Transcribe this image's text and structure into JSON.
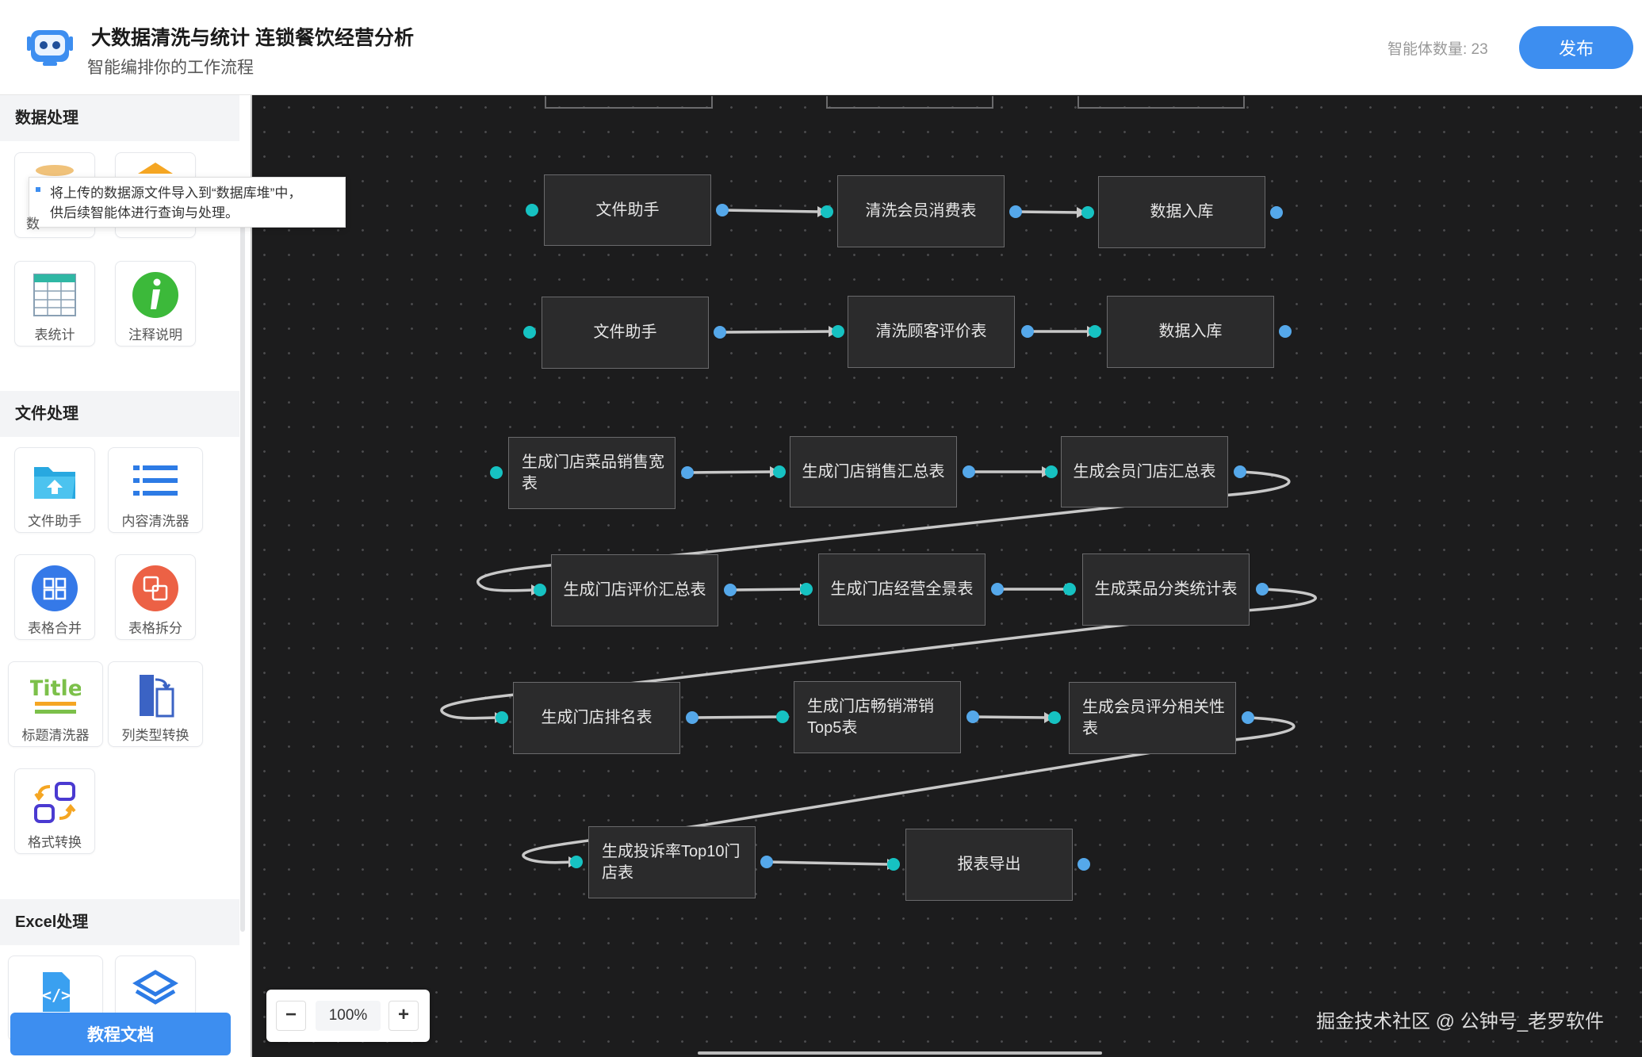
{
  "header": {
    "title": "大数据清洗与统计  连锁餐饮经营分析",
    "subtitle": "智能编排你的工作流程",
    "agent_count": "智能体数量: 23",
    "publish_label": "发布"
  },
  "sidebar": {
    "sections": [
      {
        "title": "数据处理"
      },
      {
        "title": "文件处理"
      },
      {
        "title": "Excel处理"
      }
    ],
    "tools": [
      {
        "label": "表统计",
        "icon": "table-grid-icon"
      },
      {
        "label": "注释说明",
        "icon": "info-icon"
      },
      {
        "label": "文件助手",
        "icon": "folder-upload-icon"
      },
      {
        "label": "内容清洗器",
        "icon": "list-icon"
      },
      {
        "label": "表格合并",
        "icon": "merge-icon"
      },
      {
        "label": "表格拆分",
        "icon": "split-icon"
      },
      {
        "label": "标题清洗器",
        "icon": "title-icon"
      },
      {
        "label": "列类型转换",
        "icon": "column-convert-icon"
      },
      {
        "label": "格式转换",
        "icon": "format-convert-icon"
      }
    ],
    "tooltip": {
      "line1": "将上传的数据源文件导入到“数据库堆”中，",
      "line2": "供后续智能体进行查询与处理。",
      "partial_label": "数"
    },
    "tutorial_label": "教程文档"
  },
  "canvas": {
    "nodes": [
      "文件助手",
      "清洗会员消费表",
      "数据入库",
      "文件助手",
      "清洗顾客评价表",
      "数据入库",
      "生成门店菜品销售宽表",
      "生成门店销售汇总表",
      "生成会员门店汇总表",
      "生成门店评价汇总表",
      "生成门店经营全景表",
      "生成菜品分类统计表",
      "生成门店排名表",
      "生成门店畅销滞销Top5表",
      "生成会员评分相关性表",
      "生成投诉率Top10门店表",
      "报表导出"
    ],
    "zoom_level": "100%",
    "zoom_in": "+",
    "zoom_out": "−",
    "watermark": "掘金技术社区 @ 公钟号_老罗软件"
  },
  "colors": {
    "accent": "#3d8ef0",
    "canvas_bg": "#1c1c1d",
    "port_in": "#16c2c2",
    "port_out": "#55a8ea"
  }
}
